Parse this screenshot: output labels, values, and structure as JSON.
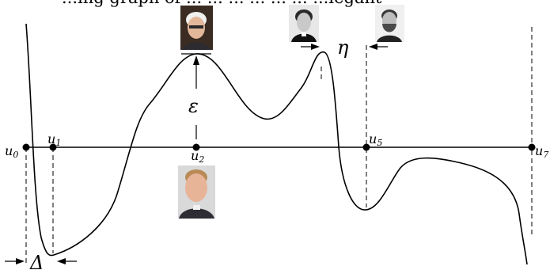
{
  "caption_line": "...ing graph of ... ... ... ... ... ... ...legant",
  "symbols": {
    "epsilon": "ε",
    "eta": "η",
    "delta": "Δ"
  },
  "nodes": [
    {
      "letter": "u",
      "index": "0"
    },
    {
      "letter": "u",
      "index": "1"
    },
    {
      "letter": "u",
      "index": "2"
    },
    {
      "letter": "u",
      "index": "5"
    },
    {
      "letter": "u",
      "index": "7"
    }
  ],
  "portraits": [
    {
      "name": "portrait-top-center",
      "bg": "#3a2c22",
      "face": "#e2b79a",
      "hair": "#f0f0ee",
      "shirt": "#2b2b30"
    },
    {
      "name": "portrait-top-right-1",
      "bg": "#e8e8e8",
      "face": "#c9c9c9",
      "hair": "#2a2a2a",
      "shirt": "#111111"
    },
    {
      "name": "portrait-top-right-2",
      "bg": "#f0f0f0",
      "face": "#bdbdbd",
      "hair": "#3a3a3a",
      "shirt": "#222222"
    },
    {
      "name": "portrait-bottom-center",
      "bg": "#d9d9d9",
      "face": "#e7b498",
      "hair": "#b98a55",
      "shirt": "#2d2d33"
    }
  ]
}
